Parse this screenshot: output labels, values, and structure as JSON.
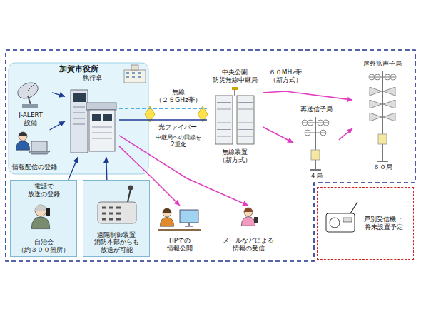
{
  "diagram": {
    "nodes": [
      {
        "text": [
          "加賀市役所"
        ]
      },
      {
        "text": [
          "執行卓"
        ],
        "in": 0
      },
      {
        "text": [
          "J-ALERT 設備"
        ],
        "in": 0
      },
      {
        "text": [
          "情報配信の登録"
        ],
        "in": 0
      },
      {
        "text": [
          "電話で 放送の登録",
          "自治会 （約３００箇所）"
        ]
      },
      {
        "text": [
          "遠隔制御装置 消防本部からも 放送が可能"
        ]
      },
      {
        "text": [
          "中央公園 防災無線中継局",
          "無線装置 （新方式）"
        ]
      },
      {
        "text": [
          "再送信子局",
          "４局"
        ]
      },
      {
        "text": [
          "屋外拡声子局",
          "６０局"
        ]
      },
      {
        "text": [
          "HPでの 情報公開"
        ]
      },
      {
        "text": [
          "メールなどによる 情報の受信"
        ]
      },
      {
        "text": [
          "戸別受信機 ：将来設置予定"
        ]
      }
    ],
    "edges": [
      {
        "from": 2,
        "to": 1,
        "arrow": "to"
      },
      {
        "from": 3,
        "to": 1,
        "arrow": "to"
      },
      {
        "from": 4,
        "to": 1,
        "arrow": "to"
      },
      {
        "from": 5,
        "to": 1,
        "arrow": "to"
      },
      {
        "from": 1,
        "to": 6,
        "label": "無線 （２５GHz帯）",
        "arrow": "none"
      },
      {
        "from": 1,
        "to": 6,
        "label": "光ファイバー",
        "arrow": "none"
      },
      {
        "from": 6,
        "to": 7,
        "label": "６０MHz帯 （新方式）",
        "arrow": "to"
      },
      {
        "from": 6,
        "to": 8,
        "arrow": "to"
      },
      {
        "from": 7,
        "to": 8,
        "arrow": "to"
      },
      {
        "from": 1,
        "to": 9,
        "arrow": "to"
      },
      {
        "from": 1,
        "to": 10,
        "arrow": "to"
      }
    ],
    "labels": [
      "中継局への回線を 2重化"
    ]
  }
}
